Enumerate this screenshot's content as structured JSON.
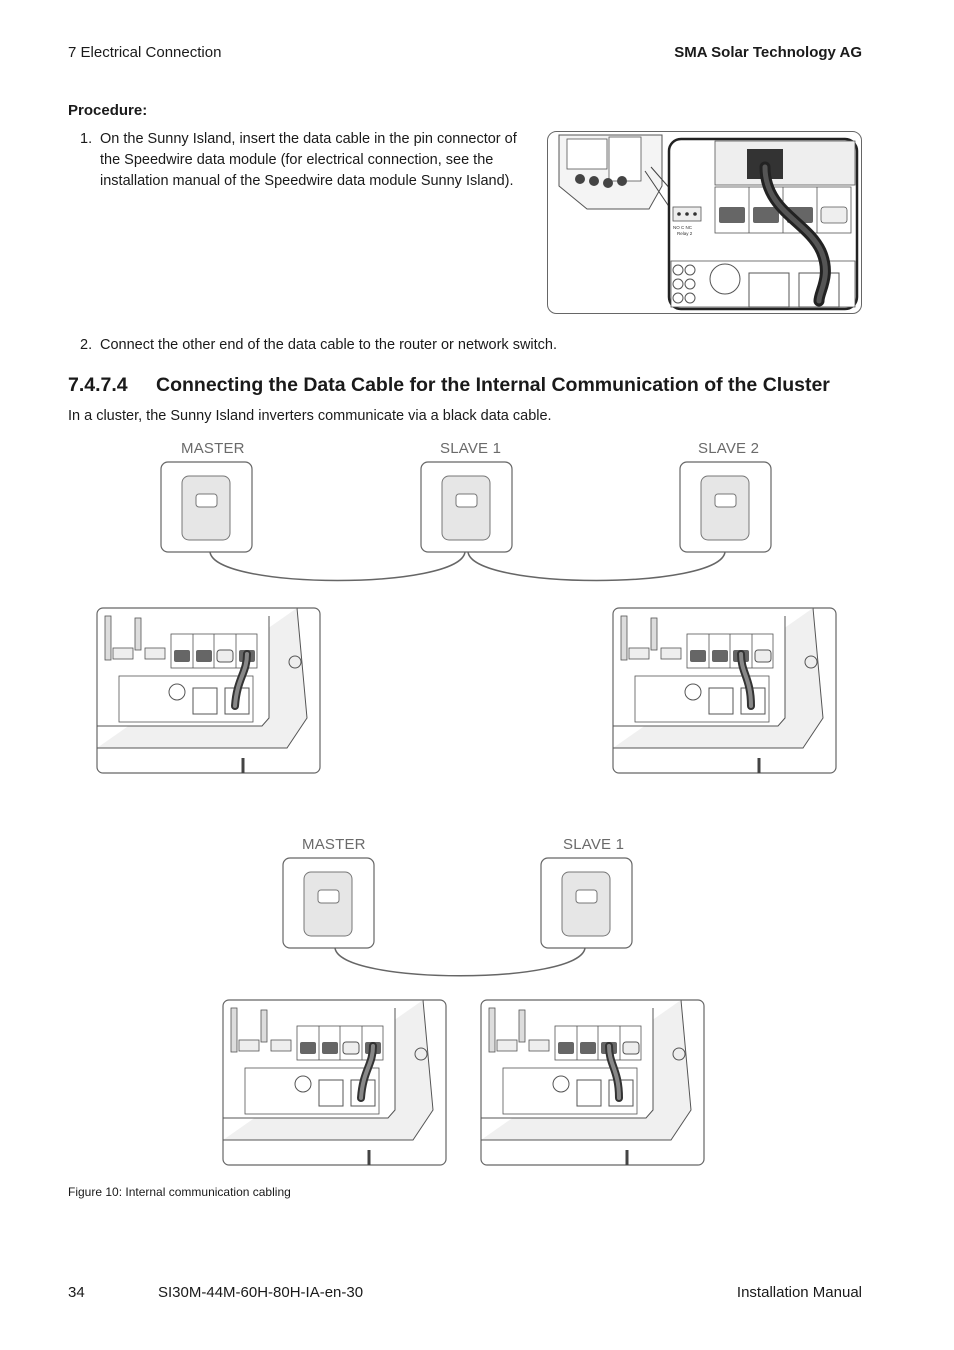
{
  "header": {
    "section": "7  Electrical Connection",
    "company": "SMA Solar Technology AG"
  },
  "procedure": {
    "title": "Procedure:",
    "steps": [
      {
        "num": "1.",
        "text": "On the Sunny Island, insert the data cable in the pin connector of the Speedwire data module (for electrical connection, see the installation manual of the Speedwire data module Sunny Island)."
      },
      {
        "num": "2.",
        "text": "Connect the other end of the data cable to the router or network switch."
      }
    ]
  },
  "section": {
    "number": "7.4.7.4",
    "title": "Connecting the Data Cable for the Internal Communication of the Cluster",
    "intro": "In a cluster, the Sunny Island inverters communicate via a black data cable."
  },
  "figure": {
    "labels_three": [
      "MASTER",
      "SLAVE 1",
      "SLAVE 2"
    ],
    "labels_two": [
      "MASTER",
      "SLAVE 1"
    ],
    "caption": "Figure 10:  Internal communication cabling",
    "relay_label": "Relay 2",
    "relay_terminals": "NO  C  NC"
  },
  "footer": {
    "page": "34",
    "doc_id": "SI30M-44M-60H-80H-IA-en-30",
    "doc_type": "Installation Manual"
  },
  "colors": {
    "line": "#555555",
    "cable": "#333333",
    "light_fill": "#e6e6e6"
  }
}
